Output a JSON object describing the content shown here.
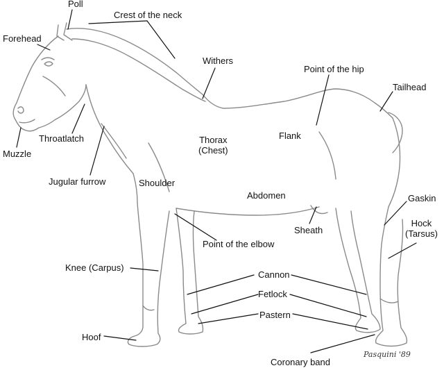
{
  "labels": {
    "poll": "Poll",
    "crest": "Crest of the neck",
    "forehead": "Forehead",
    "withers": "Withers",
    "point_of_hip": "Point of the hip",
    "tailhead": "Tailhead",
    "muzzle": "Muzzle",
    "throatlatch": "Throatlatch",
    "flank": "Flank",
    "thorax_line1": "Thorax",
    "thorax_line2": "(Chest)",
    "jugular_furrow": "Jugular furrow",
    "shoulder": "Shoulder",
    "abdomen": "Abdomen",
    "gaskin": "Gaskin",
    "sheath": "Sheath",
    "hock_line1": "Hock",
    "hock_line2": "(Tarsus)",
    "point_of_elbow": "Point of the elbow",
    "knee": "Knee (Carpus)",
    "cannon": "Cannon",
    "fetlock": "Fetlock",
    "pastern": "Pastern",
    "hoof": "Hoof",
    "coronary_band": "Coronary band"
  },
  "signature": "Pasquini '89",
  "colors": {
    "outline": "#8a8a8a",
    "leader": "#111111",
    "text": "#111111",
    "background": "#ffffff"
  }
}
